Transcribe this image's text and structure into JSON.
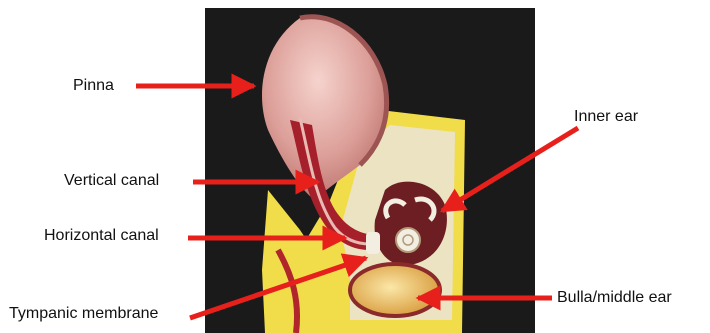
{
  "labels": {
    "pinna": "Pinna",
    "vertical_canal": "Vertical canal",
    "horizontal_canal": "Horizontal canal",
    "tympanic_membrane": "Tympanic membrane",
    "inner_ear": "Inner ear",
    "bulla_middle_ear": "Bulla/middle ear"
  },
  "colors": {
    "arrow": "#e8201c",
    "backdrop": "#1b1a1a",
    "pinna_skin": "#d98f8a",
    "pinna_inner": "#f2c6c0",
    "canal": "#a5202a",
    "tissue": "#f1dd4a",
    "bone": "#ece3c2",
    "bulla": "#f1c46a"
  }
}
